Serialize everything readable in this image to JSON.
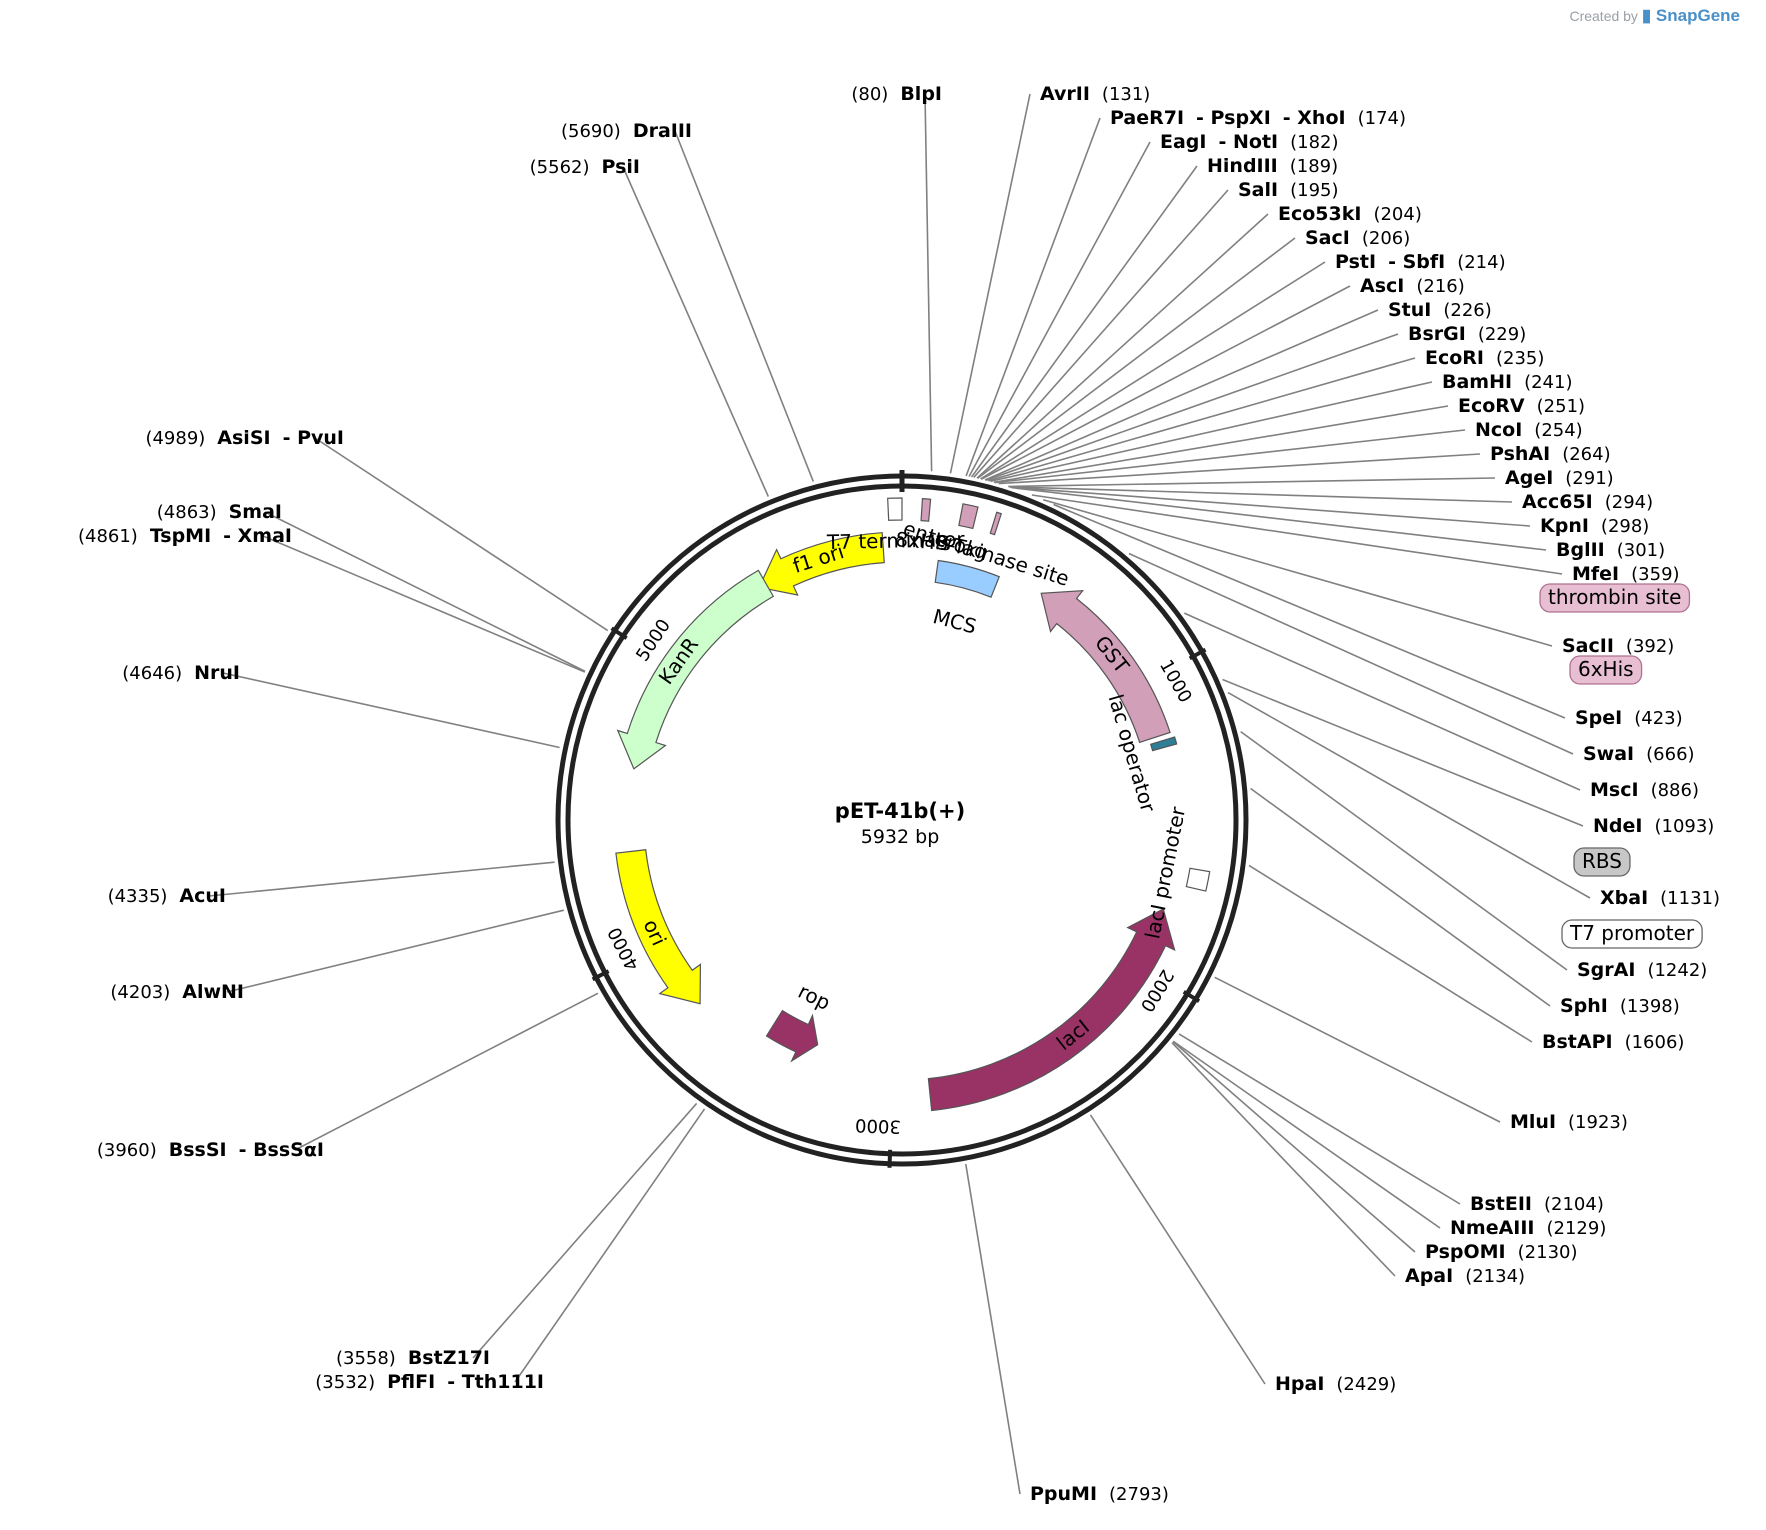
{
  "credit": {
    "prefix": "Created by",
    "brand": "SnapGene"
  },
  "plasmid": {
    "name": "pET-41b(+)",
    "size_label": "5932 bp",
    "length": 5932
  },
  "tick_labels": [
    "1000",
    "2000",
    "3000",
    "4000",
    "5000"
  ],
  "colors": {
    "backbone": "#222222",
    "leader": "#808080",
    "yellow": "#ffff00",
    "light_green": "#ccffcc",
    "pink": "#d19fb8",
    "maroon": "#993366",
    "blue": "#99ccff",
    "teal": "#2e7e96"
  },
  "features": [
    {
      "name": "f1 ori",
      "start": 5412,
      "end": 5867,
      "direction": "reverse",
      "color": "#ffff00",
      "label_inside": true
    },
    {
      "name": "KanR",
      "start": 4627,
      "end": 5439,
      "direction": "reverse",
      "color": "#ccffcc",
      "label_inside": true
    },
    {
      "name": "ori",
      "start": 3752,
      "end": 4340,
      "direction": "reverse",
      "color": "#ffff00",
      "label_inside": true
    },
    {
      "name": "rop",
      "start": 3305,
      "end": 3495,
      "direction": "reverse",
      "color": "#993366",
      "label_inside": false
    },
    {
      "name": "lacI",
      "start": 1793,
      "end": 2870,
      "direction": "reverse",
      "color": "#993366",
      "label_inside": true
    },
    {
      "name": "GST",
      "start": 520,
      "end": 1185,
      "direction": "reverse",
      "color": "#d19fb8",
      "label_inside": true
    },
    {
      "name": "T7 terminator",
      "start": 5890,
      "end": 5932,
      "direction": "none",
      "color": "#ffffff"
    },
    {
      "name": "8xHis",
      "start": 60,
      "end": 84,
      "direction": "none",
      "color": "#d19fb8"
    },
    {
      "name": "MCS",
      "start": 131,
      "end": 359,
      "direction": "none",
      "color": "#99ccff"
    },
    {
      "name": "S-Tag",
      "start": 180,
      "end": 225,
      "direction": "none",
      "color": "#d19fb8"
    },
    {
      "name": "enterokinase site",
      "start": 282,
      "end": 296,
      "direction": "none",
      "color": "#d19fb8"
    },
    {
      "name": "lac operator",
      "start": 1204,
      "end": 1228,
      "direction": "none",
      "color": "#2e7e96"
    },
    {
      "name": "lacI promoter",
      "start": 1640,
      "end": 1700,
      "direction": "none",
      "color": "#ffffff"
    }
  ],
  "sites": [
    {
      "name": "BlpI",
      "pos": "(80)"
    },
    {
      "name": "DraIII",
      "pos": "(5690)"
    },
    {
      "name": "PsiI",
      "pos": "(5562)"
    },
    {
      "name": "AvrII",
      "pos": "(131)"
    },
    {
      "name": "PaeR7I",
      "name2": "- PspXI",
      "name3": "- XhoI",
      "pos": "(174)"
    },
    {
      "name": "EagI",
      "name2": "- NotI",
      "pos": "(182)"
    },
    {
      "name": "HindIII",
      "pos": "(189)"
    },
    {
      "name": "SalI",
      "pos": "(195)"
    },
    {
      "name": "Eco53kI",
      "pos": "(204)"
    },
    {
      "name": "SacI",
      "pos": "(206)"
    },
    {
      "name": "PstI",
      "name2": "- SbfI",
      "pos": "(214)"
    },
    {
      "name": "AscI",
      "pos": "(216)"
    },
    {
      "name": "StuI",
      "pos": "(226)"
    },
    {
      "name": "BsrGI",
      "pos": "(229)"
    },
    {
      "name": "EcoRI",
      "pos": "(235)"
    },
    {
      "name": "BamHI",
      "pos": "(241)"
    },
    {
      "name": "EcoRV",
      "pos": "(251)"
    },
    {
      "name": "NcoI",
      "pos": "(254)"
    },
    {
      "name": "PshAI",
      "pos": "(264)"
    },
    {
      "name": "AgeI",
      "pos": "(291)"
    },
    {
      "name": "Acc65I",
      "pos": "(294)"
    },
    {
      "name": "KpnI",
      "pos": "(298)"
    },
    {
      "name": "BglII",
      "pos": "(301)"
    },
    {
      "name": "MfeI",
      "pos": "(359)"
    },
    {
      "name": "SacII",
      "pos": "(392)"
    },
    {
      "name": "SpeI",
      "pos": "(423)"
    },
    {
      "name": "SwaI",
      "pos": "(666)"
    },
    {
      "name": "MscI",
      "pos": "(886)"
    },
    {
      "name": "NdeI",
      "pos": "(1093)"
    },
    {
      "name": "XbaI",
      "pos": "(1131)"
    },
    {
      "name": "SgrAI",
      "pos": "(1242)"
    },
    {
      "name": "SphI",
      "pos": "(1398)"
    },
    {
      "name": "BstAPI",
      "pos": "(1606)"
    },
    {
      "name": "MluI",
      "pos": "(1923)"
    },
    {
      "name": "BstEII",
      "pos": "(2104)"
    },
    {
      "name": "NmeAIII",
      "pos": "(2129)"
    },
    {
      "name": "PspOMI",
      "pos": "(2130)"
    },
    {
      "name": "ApaI",
      "pos": "(2134)"
    },
    {
      "name": "HpaI",
      "pos": "(2429)"
    },
    {
      "name": "PpuMI",
      "pos": "(2793)"
    },
    {
      "name": "BstZ17I",
      "pos": "(3558)"
    },
    {
      "name": "PflFI",
      "name2": "- Tth111I",
      "pos": "(3532)"
    },
    {
      "name": "BssSI",
      "name2": "- BssSαI",
      "pos": "(3960)"
    },
    {
      "name": "AlwNI",
      "pos": "(4203)"
    },
    {
      "name": "AcuI",
      "pos": "(4335)"
    },
    {
      "name": "NruI",
      "pos": "(4646)"
    },
    {
      "name": "TspMI",
      "name2": "- XmaI",
      "pos": "(4861)"
    },
    {
      "name": "SmaI",
      "pos": "(4863)"
    },
    {
      "name": "AsiSI",
      "name2": "- PvuI",
      "pos": "(4989)"
    }
  ],
  "boxed_labels": [
    {
      "name": "thrombin site",
      "style": "pink"
    },
    {
      "name": "6xHis",
      "style": "pink"
    },
    {
      "name": "RBS",
      "style": "gray"
    },
    {
      "name": "T7 promoter",
      "style": "white"
    }
  ]
}
